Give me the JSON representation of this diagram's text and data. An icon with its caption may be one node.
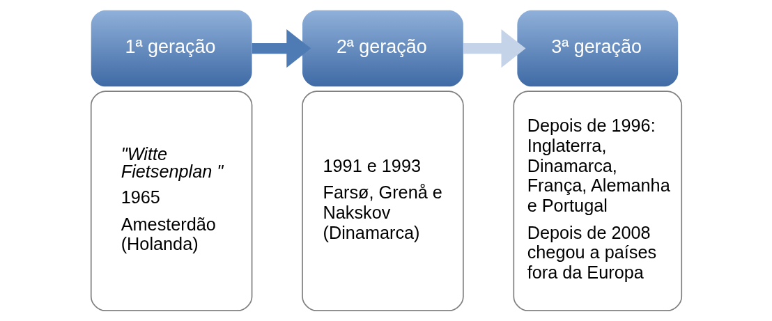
{
  "diagram": {
    "nodes": [
      {
        "text": [
          "1ª geração"
        ]
      },
      {
        "text": [
          "\"Witte Fietsenplan \"",
          "1965",
          "Amesterdão (Holanda)"
        ]
      },
      {
        "text": [
          "2ª geração"
        ]
      },
      {
        "text": [
          "1991 e 1993",
          "Farsø, Grenå e Nakskov (Dinamarca)"
        ]
      },
      {
        "text": [
          "3ª geração"
        ]
      },
      {
        "text": [
          "Depois de 1996: Inglaterra, Dinamarca, França, Alemanha e Portugal",
          "Depois de 2008 chegou a países fora da Europa"
        ]
      }
    ],
    "edges": [
      {
        "from": 0,
        "to": 2,
        "arrow": "to",
        "color": "#4f7bb5"
      },
      {
        "from": 2,
        "to": 4,
        "arrow": "to",
        "color": "#c5d3e8"
      }
    ]
  }
}
